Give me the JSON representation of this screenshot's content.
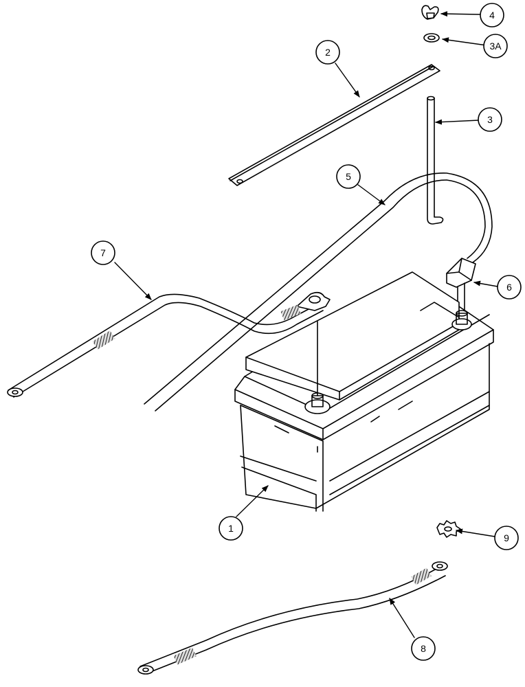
{
  "callouts": [
    {
      "id": "1",
      "label": "1",
      "part": "battery"
    },
    {
      "id": "2",
      "label": "2",
      "part": "hold-down-bar"
    },
    {
      "id": "3",
      "label": "3",
      "part": "j-bolt"
    },
    {
      "id": "3A",
      "label": "3A",
      "part": "washer"
    },
    {
      "id": "4",
      "label": "4",
      "part": "wing-nut"
    },
    {
      "id": "5",
      "label": "5",
      "part": "cable"
    },
    {
      "id": "6",
      "label": "6",
      "part": "terminal-boot"
    },
    {
      "id": "7",
      "label": "7",
      "part": "battery-cable"
    },
    {
      "id": "8",
      "label": "8",
      "part": "ground-strap"
    },
    {
      "id": "9",
      "label": "9",
      "part": "lock-washer"
    }
  ],
  "colors": {
    "line": "#000000",
    "background": "#ffffff",
    "hatch": "#333333"
  }
}
